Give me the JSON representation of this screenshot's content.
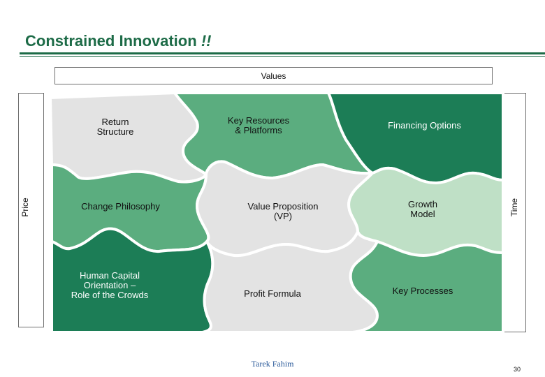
{
  "title": {
    "main": "Constrained Innovation",
    "accent": "!!"
  },
  "frame": {
    "top": "Values",
    "left": "Price",
    "right": "Time"
  },
  "pieces": {
    "return_structure": "Return\nStructure",
    "key_resources": "Key Resources\n& Platforms",
    "financing_options": "Financing Options",
    "change_philosophy": "Change Philosophy",
    "value_proposition": "Value Proposition\n(VP)",
    "growth_model": "Growth\nModel",
    "human_capital": "Human Capital\nOrientation –\nRole of the Crowds",
    "profit_formula": "Profit Formula",
    "key_processes": "Key Processes"
  },
  "colors": {
    "dark_green": "#1c7d56",
    "mid_green": "#5bad7f",
    "light_green": "#bfe0c6",
    "light_gray": "#e3e3e3",
    "title_green": "#1d6b47"
  },
  "footer": {
    "author": "Tarek Fahim",
    "page": "30"
  }
}
